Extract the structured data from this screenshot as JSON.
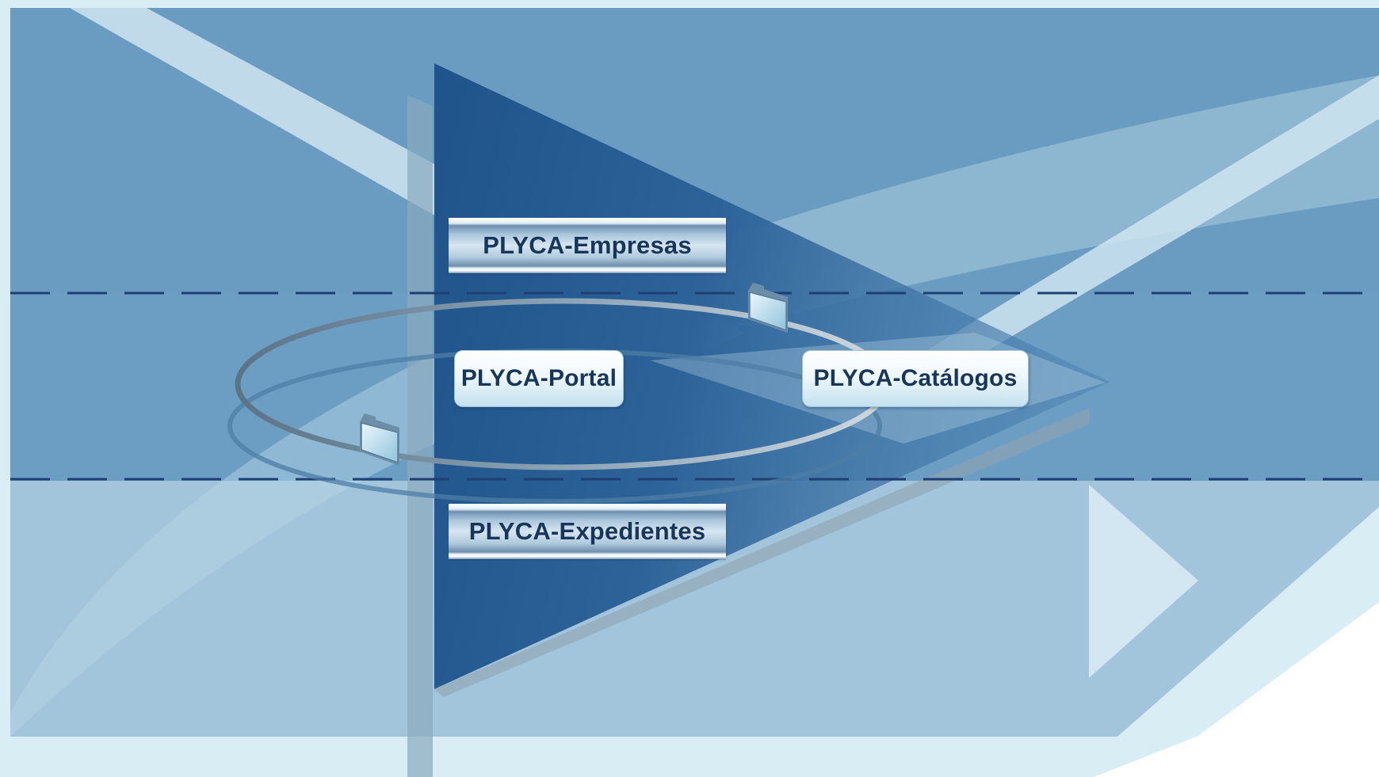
{
  "diagram": {
    "banners": {
      "top": "PLYCA-Empresas",
      "bottom": "PLYCA-Expedientes"
    },
    "nodes": {
      "left": "PLYCA-Portal",
      "right": "PLYCA-Catálogos"
    },
    "icons": [
      "folder-icon",
      "folder-icon"
    ],
    "colors": {
      "background_dark": "#6596bb",
      "background_light": "#a6c8dd",
      "triangle": "#2a5d8f",
      "text": "#17365a",
      "dash_line": "#1e3f74"
    }
  }
}
